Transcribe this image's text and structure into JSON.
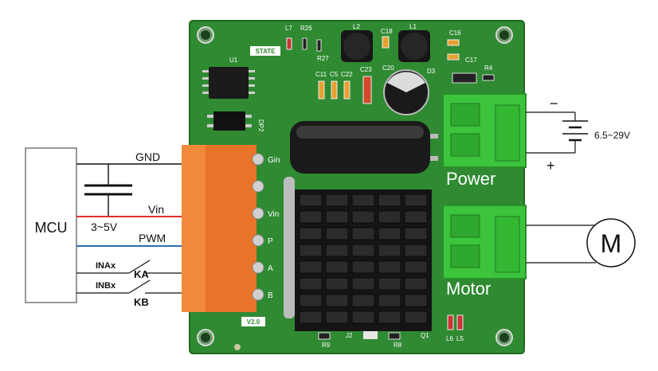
{
  "mcu": {
    "label": "MCU"
  },
  "wiring": {
    "gnd_label": "GND",
    "vin_label": "Vin",
    "supply_range": "3~5V",
    "pwm_label": "PWM",
    "inax_label": "INAx",
    "inbx_label": "INBx",
    "ka_label": "KA",
    "kb_label": "KB",
    "vin_wire_color": "#e0302a",
    "pwm_wire_color": "#2a6fb0"
  },
  "board": {
    "color": "#2f8a32",
    "pins": [
      "Gin",
      "",
      "Vin",
      "P",
      "A",
      "B"
    ],
    "version": "V2.0",
    "state_label": "STATE",
    "components": {
      "l7": "L7",
      "r26": "R26",
      "r27": "R27",
      "l2": "L2",
      "c18": "C18",
      "l1": "L1",
      "c16": "C16",
      "c17": "C17",
      "u1": "U1",
      "r4": "R4",
      "c11": "C11",
      "c5": "C5",
      "c22": "C22",
      "c23": "C23",
      "c20": "C20",
      "d3": "D3",
      "dp2": "DP2",
      "r9": "R9",
      "j2": "J2",
      "r8": "R8",
      "q1": "Q1",
      "l6": "L6",
      "l5": "L5"
    },
    "terminal_color": "#3cc43c",
    "pin_header_color": "#e8742a"
  },
  "power": {
    "label": "Power",
    "voltage": "6.5~29V",
    "minus": "−",
    "plus": "+"
  },
  "motor": {
    "label": "Motor",
    "symbol": "M"
  }
}
